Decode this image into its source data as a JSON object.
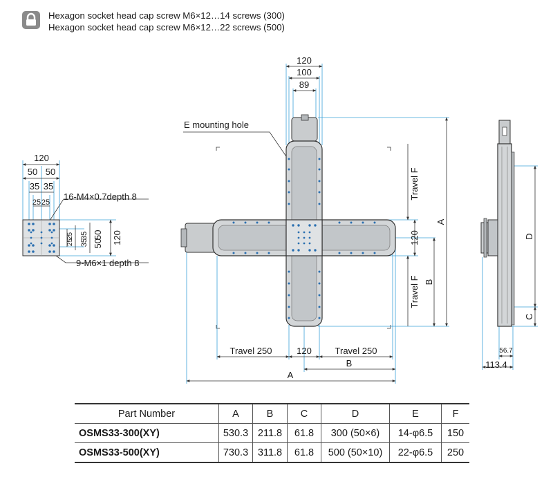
{
  "note": {
    "icon": "lock-icon",
    "lines": [
      "Hexagon socket head cap screw M6×12…14 screws (300)",
      "Hexagon socket head cap screw M6×12…22 screws (500)"
    ]
  },
  "drawing": {
    "left_view": {
      "dim_120": "120",
      "dim_50a": "50",
      "dim_50b": "50",
      "dim_35a": "35",
      "dim_35b": "35",
      "dim_25a": "25",
      "dim_25b": "25",
      "tapped_holes": "16-M4×0.7depth 8",
      "v_25a": "25",
      "v_25b": "25",
      "v_35a": "35",
      "v_35b": "35",
      "v_50a": "50",
      "v_50b": "50",
      "v_120": "120",
      "center_holes": "9-M6×1 depth 8"
    },
    "top_view": {
      "dim_120": "120",
      "dim_100": "100",
      "dim_89": "89",
      "mounting_hole": "E mounting hole",
      "travel_f_upper": "Travel F",
      "travel_f_lower": "Travel F",
      "v_120": "120",
      "a_vertical": "A",
      "b_vertical": "B",
      "travel_250_left": "Travel 250",
      "h_120": "120",
      "travel_250_right": "Travel 250",
      "b_horizontal": "B",
      "a_horizontal": "A"
    },
    "side_view": {
      "d": "D",
      "c": "C",
      "dim_56_7": "56.7",
      "dim_113_4": "113.4"
    },
    "colors": {
      "line": "#333333",
      "dim": "#3aa0d8",
      "body": "#cfd2d4",
      "body_dark": "#8d9194",
      "hole": "#2a6fb0"
    }
  },
  "table": {
    "headers": [
      "Part Number",
      "A",
      "B",
      "C",
      "D",
      "E",
      "F"
    ],
    "rows": [
      [
        "OSMS33-300(XY)",
        "530.3",
        "211.8",
        "61.8",
        "300 (50×6)",
        "14-φ6.5",
        "150"
      ],
      [
        "OSMS33-500(XY)",
        "730.3",
        "311.8",
        "61.8",
        "500 (50×10)",
        "22-φ6.5",
        "250"
      ]
    ]
  }
}
